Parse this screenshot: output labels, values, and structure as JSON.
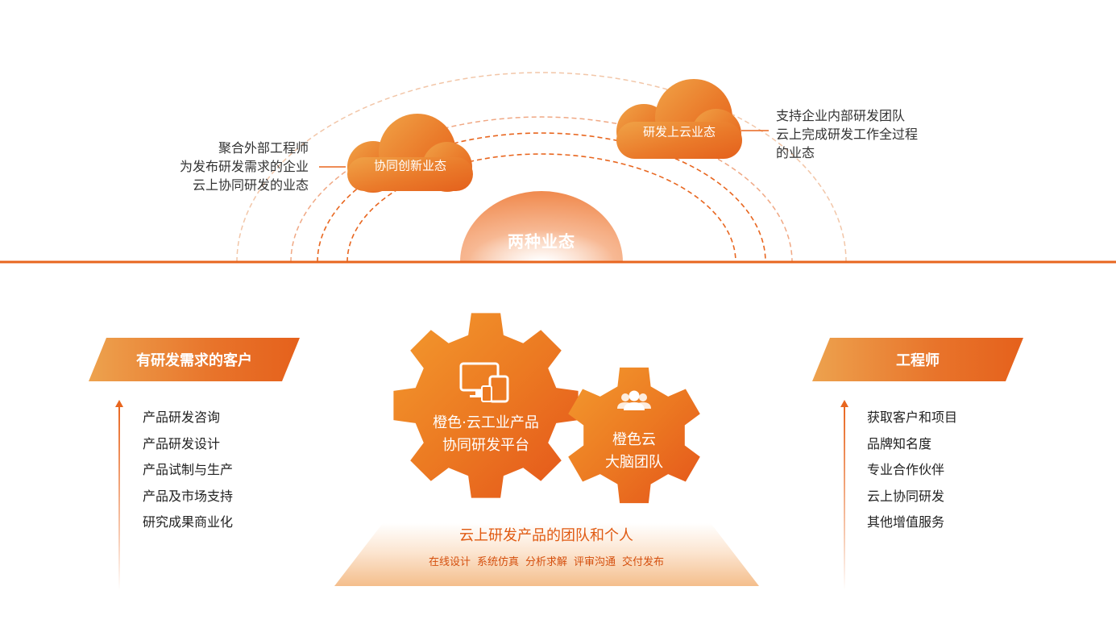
{
  "colors": {
    "accent": "#e8661f",
    "accent_dark": "#e05a12",
    "accent_light": "#f0a050",
    "text": "#333333"
  },
  "top": {
    "dome_label": "两种业态",
    "cloud_left": "协同创新业态",
    "cloud_right": "研发上云业态",
    "left_desc": [
      "聚合外部工程师",
      "为发布研发需求的企业",
      "云上协同研发的业态"
    ],
    "right_desc": [
      "支持企业内部研发团队",
      "云上完成研发工作全过程",
      "的业态"
    ]
  },
  "left_panel": {
    "banner": "有研发需求的客户",
    "items": [
      "产品研发咨询",
      "产品研发设计",
      "产品试制与生产",
      "产品及市场支持",
      "研究成果商业化"
    ]
  },
  "right_panel": {
    "banner": "工程师",
    "items": [
      "获取客户和项目",
      "品牌知名度",
      "专业合作伙伴",
      "云上协同研发",
      "其他增值服务"
    ]
  },
  "gears": {
    "big": {
      "icon": "devices-icon",
      "line1": "橙色·云工业产品",
      "line2": "协同研发平台"
    },
    "small": {
      "icon": "team-icon",
      "line1": "橙色云",
      "line2": "大脑团队"
    }
  },
  "bottom": {
    "title": "云上研发产品的团队和个人",
    "services": [
      "在线设计",
      "系统仿真",
      "分析求解",
      "评审沟通",
      "交付发布"
    ]
  }
}
